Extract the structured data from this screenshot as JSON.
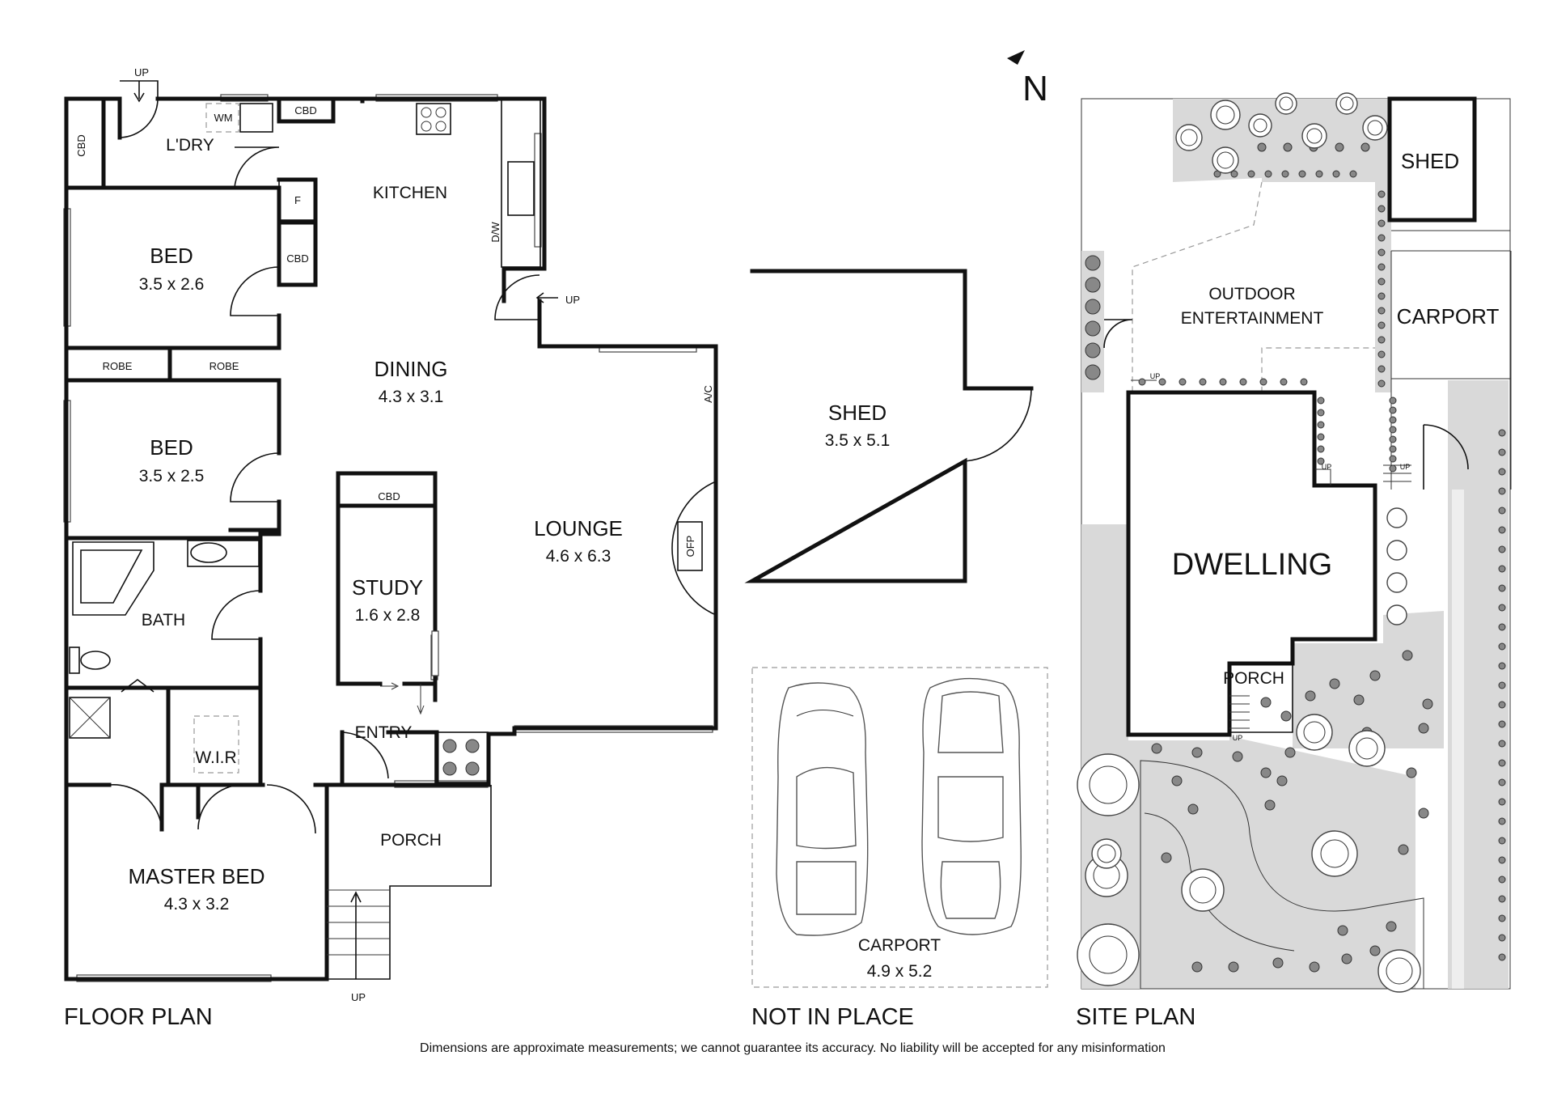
{
  "compass": {
    "label": "N"
  },
  "floor_plan": {
    "title": "FLOOR PLAN",
    "rooms": {
      "laundry": "L'DRY",
      "kitchen": "KITCHEN",
      "bed1_name": "BED",
      "bed1_size": "3.5 x 2.6",
      "bed2_name": "BED",
      "bed2_size": "3.5 x 2.5",
      "dining_name": "DINING",
      "dining_size": "4.3 x 3.1",
      "lounge_name": "LOUNGE",
      "lounge_size": "4.6 x 6.3",
      "study_name": "STUDY",
      "study_size": "1.6 x 2.8",
      "bath": "BATH",
      "wir": "W.I.R",
      "master_name": "MASTER BED",
      "master_size": "4.3 x 3.2",
      "entry": "ENTRY",
      "porch": "PORCH"
    },
    "fixtures": {
      "cbd_laundry": "CBD",
      "cbd_top": "CBD",
      "cbd_kitchen": "CBD",
      "cbd_study": "CBD",
      "wm": "WM",
      "fridge": "F",
      "dw": "D/W",
      "ac": "A/C",
      "ofp": "OFP",
      "robe1": "ROBE",
      "robe2": "ROBE",
      "up_laundry": "UP",
      "up_kitchen": "UP",
      "up_porch": "UP"
    }
  },
  "shed_plan": {
    "name": "SHED",
    "size": "3.5 x 5.1"
  },
  "carport_plan": {
    "title": "NOT IN PLACE",
    "name": "CARPORT",
    "size": "4.9 x 5.2"
  },
  "site_plan": {
    "title": "SITE PLAN",
    "shed": "SHED",
    "carport": "CARPORT",
    "outdoor_line1": "OUTDOOR",
    "outdoor_line2": "ENTERTAINMENT",
    "dwelling": "DWELLING",
    "porch": "PORCH",
    "up1": "UP",
    "up2": "UP",
    "up3": "UP",
    "up4": "UP"
  },
  "disclaimer": "Dimensions are approximate measurements; we cannot guarantee its accuracy. No liability will be accepted for any misinformation"
}
